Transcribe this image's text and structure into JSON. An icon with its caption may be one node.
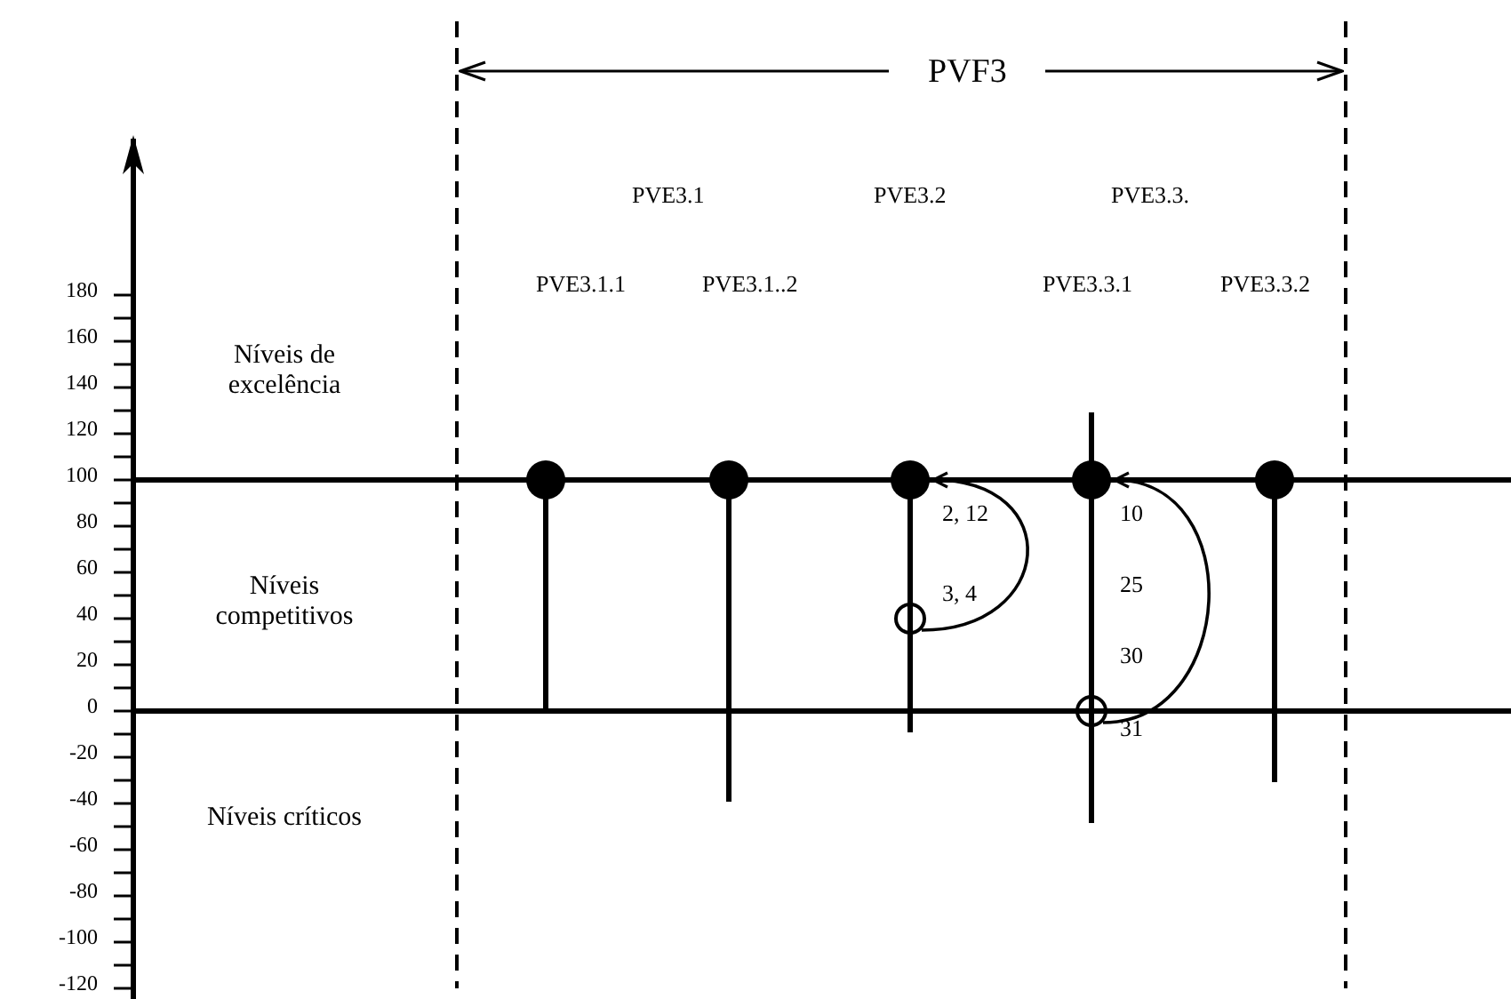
{
  "diagram": {
    "nodes": [
      {
        "text": [],
        "shape": "circle"
      },
      {
        "text": [],
        "shape": "circle"
      },
      {
        "text": [],
        "shape": "circle"
      },
      {
        "text": [],
        "shape": "circle"
      },
      {
        "text": [],
        "shape": "circle"
      },
      {
        "text": [],
        "shape": "circle"
      },
      {
        "text": [],
        "shape": "circle"
      }
    ],
    "edges": [
      {
        "from": 5,
        "to": 2,
        "arrow": "to"
      },
      {
        "from": 6,
        "to": 3,
        "arrow": "to"
      }
    ],
    "labels": [
      "PVF3",
      "PVE3.1",
      "PVE3.2",
      "PVE3.3.",
      "180",
      "PVE3.1.1",
      "PVE3.1..2",
      "PVE3.3.1",
      "PVE3.3.2",
      "160",
      "140",
      "Níveis de excelência",
      "120",
      "100",
      "80",
      "2, 12",
      "10",
      "60",
      "25",
      "40",
      "Níveis competitivos",
      "3, 4",
      "20",
      "30",
      "0",
      "31",
      "-20",
      "-40",
      "Níveis críticos",
      "-60",
      "-80",
      "-100",
      "-120"
    ]
  }
}
